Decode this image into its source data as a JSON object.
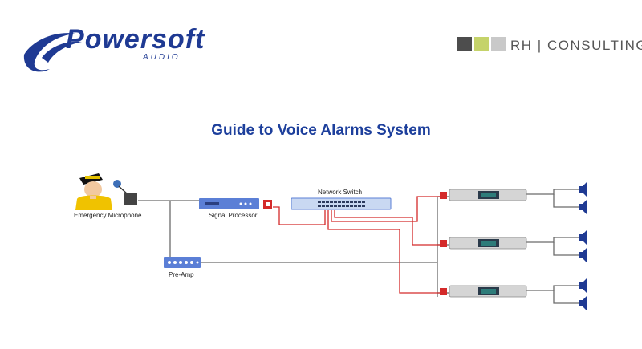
{
  "logo": {
    "brand": "owersoft",
    "brand_initial": "P",
    "sub": "AUDIO"
  },
  "consulting": {
    "name": "RH",
    "divider": "|",
    "suffix": "CONSULTING",
    "swatch_colors": [
      "#4d4d4d",
      "#c5d36a",
      "#c9c9c9"
    ]
  },
  "title": "Guide to Voice Alarms System",
  "labels": {
    "microphone": "Emergency Microphone",
    "processor": "Signal Processor",
    "switch": "Network Switch",
    "preamp": "Pre-Amp"
  },
  "colors": {
    "brand_blue": "#1f3a93",
    "device_blue": "#5b7fd6",
    "network_red": "#d42a2a",
    "line_gray": "#6b6b6b"
  },
  "icons": [
    "logo-swoosh-icon",
    "person-icon",
    "microphone-icon",
    "processor-icon",
    "switch-icon",
    "preamp-icon",
    "amplifier-icon",
    "speaker-icon",
    "network-port-icon"
  ]
}
